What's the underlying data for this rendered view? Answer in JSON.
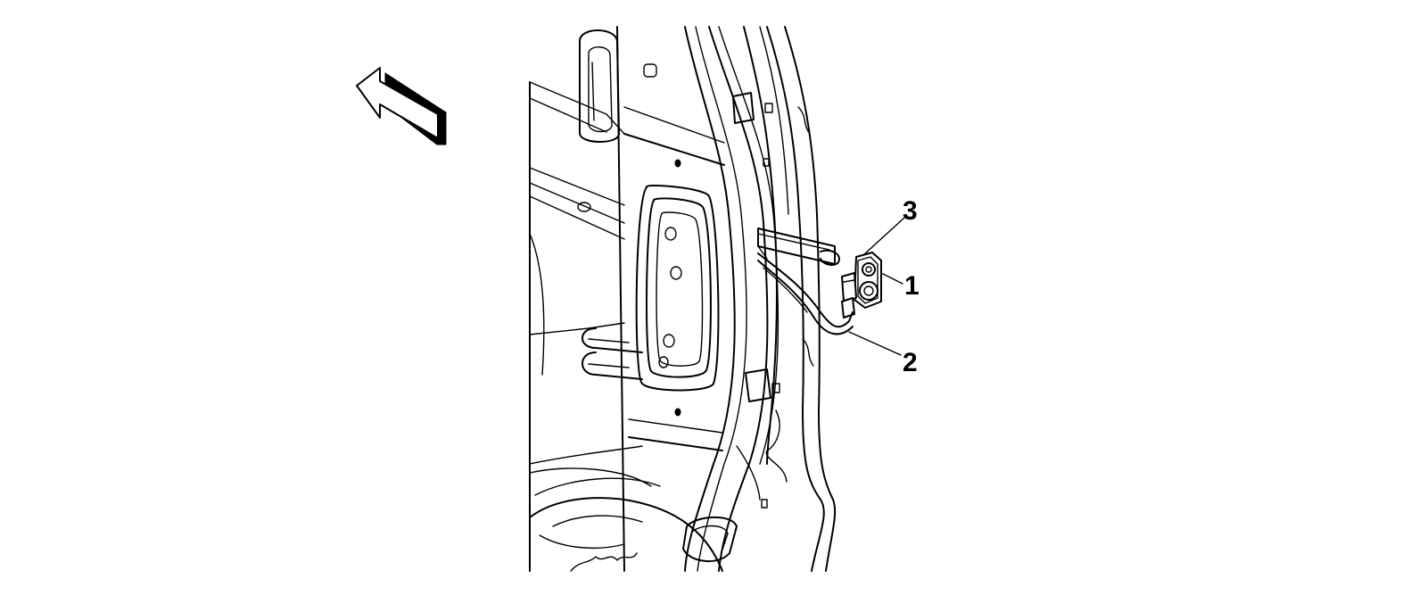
{
  "callouts": [
    {
      "id": "1",
      "label": "1"
    },
    {
      "id": "2",
      "label": "2"
    },
    {
      "id": "3",
      "label": "3"
    }
  ],
  "icons": {
    "direction": "forward-arrow-icon"
  },
  "colors": {
    "line": "#000000",
    "background": "#ffffff"
  }
}
